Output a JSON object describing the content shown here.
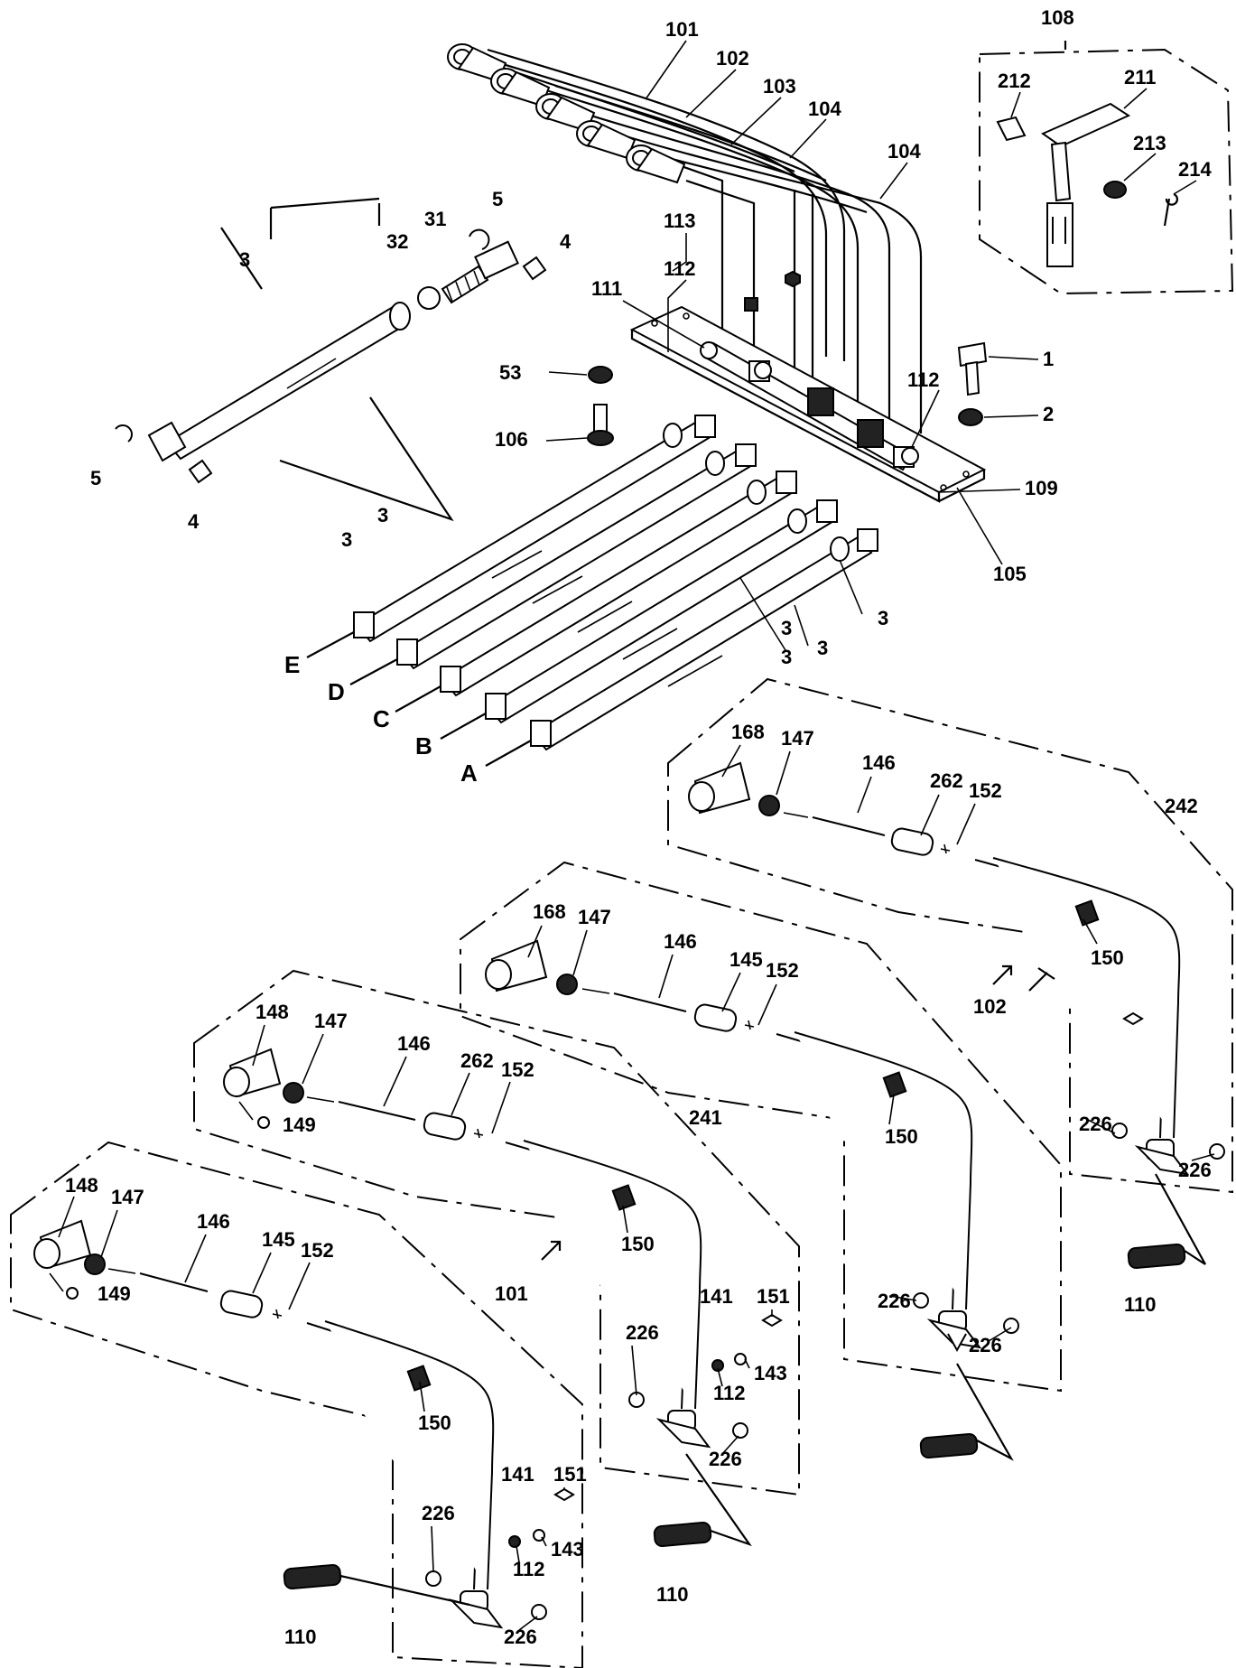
{
  "diagram": {
    "callouts": [
      "101",
      "102",
      "103",
      "104",
      "104",
      "108",
      "211",
      "212",
      "213",
      "214",
      "5",
      "31",
      "32",
      "3",
      "4",
      "113",
      "112",
      "111",
      "1",
      "53",
      "2",
      "106",
      "112",
      "109",
      "105",
      "5",
      "4",
      "3",
      "3",
      "3",
      "3",
      "3",
      "3",
      "E",
      "D",
      "C",
      "B",
      "A",
      "168",
      "147",
      "146",
      "262",
      "152",
      "242",
      "150",
      "102",
      "226",
      "226",
      "168",
      "147",
      "146",
      "145",
      "152",
      "150",
      "226",
      "226",
      "110",
      "148",
      "147",
      "146",
      "262",
      "152",
      "241",
      "149",
      "150",
      "141",
      "151",
      "226",
      "143",
      "112",
      "226",
      "110",
      "148",
      "147",
      "146",
      "145",
      "152",
      "149",
      "101",
      "150",
      "141",
      "151",
      "226",
      "143",
      "112",
      "226",
      "110"
    ]
  }
}
